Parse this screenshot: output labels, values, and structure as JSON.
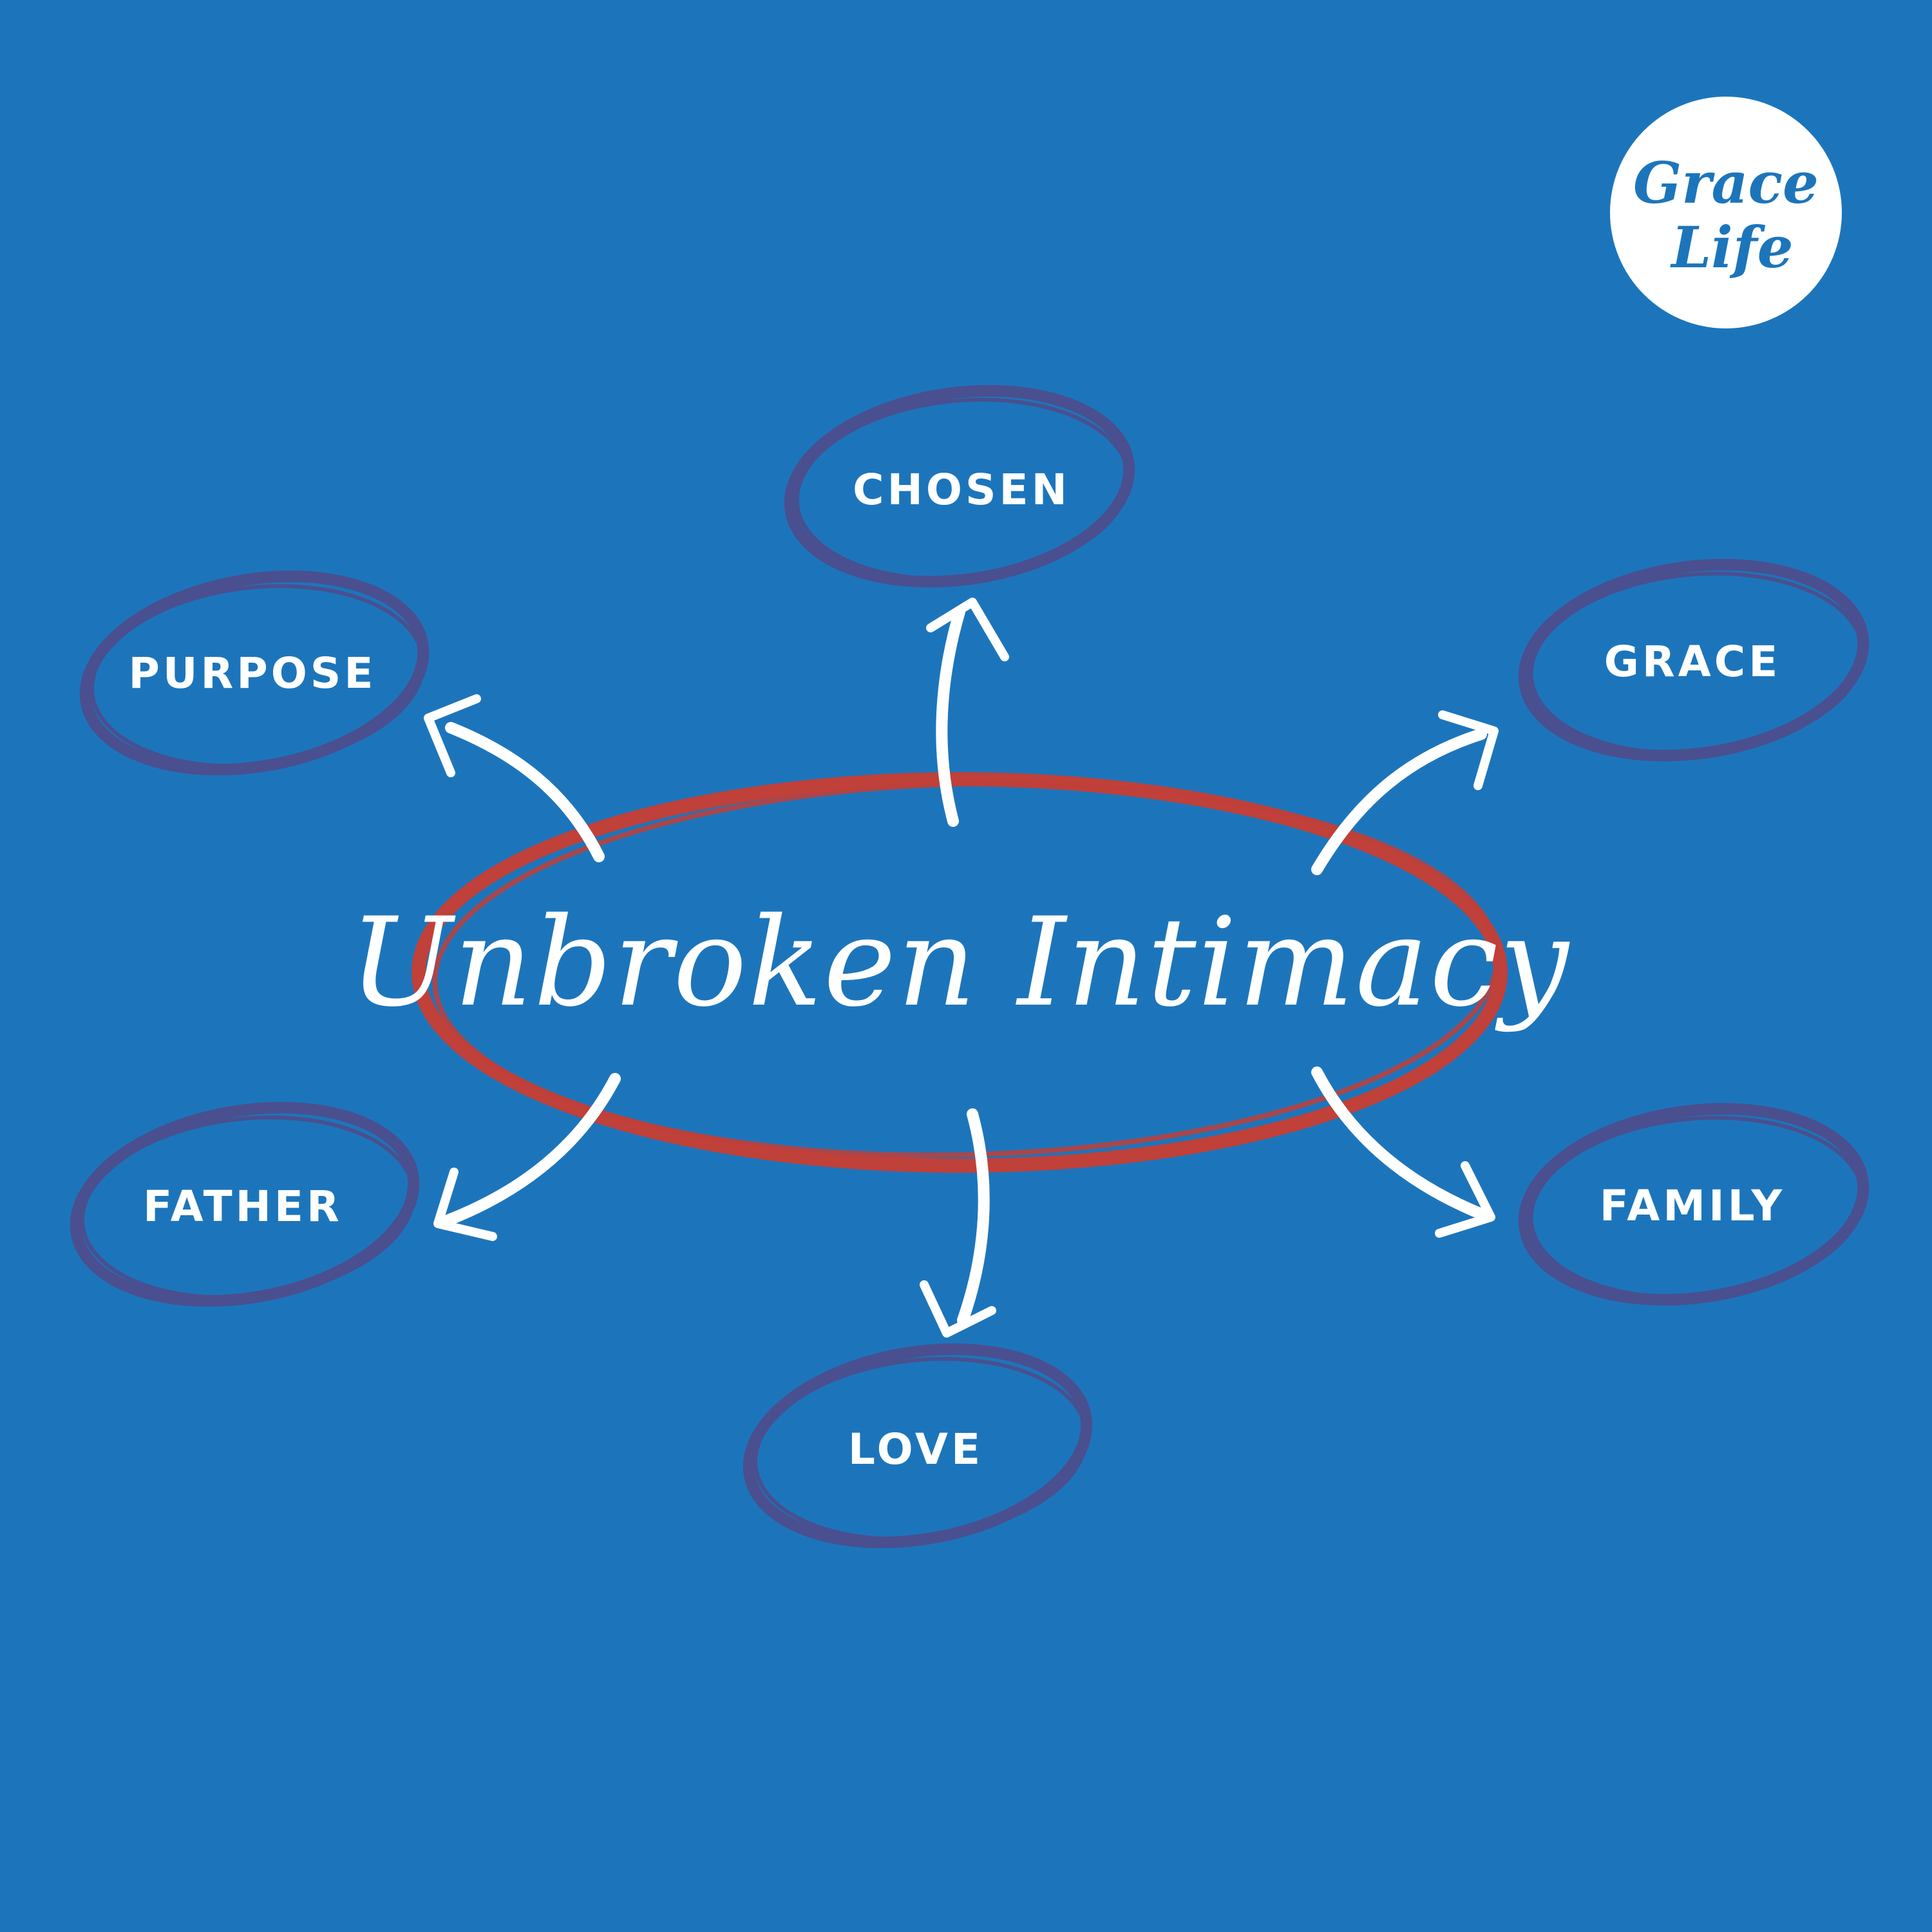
{
  "background_color": "#1c75bb",
  "center": {
    "title": "Unbroken Intimacy",
    "ring_color": "#c0403a"
  },
  "node_ring_color": "#4a4f8f",
  "arrow_color": "#ffffff",
  "nodes": [
    {
      "id": "chosen",
      "label": "CHOSEN"
    },
    {
      "id": "purpose",
      "label": "PURPOSE"
    },
    {
      "id": "grace",
      "label": "GRACE"
    },
    {
      "id": "father",
      "label": "FATHER"
    },
    {
      "id": "family",
      "label": "FAMILY"
    },
    {
      "id": "love",
      "label": "LOVE"
    }
  ],
  "logo": {
    "line1": "Grace",
    "line2": "Life",
    "icon": "grace-life-logo-icon"
  }
}
